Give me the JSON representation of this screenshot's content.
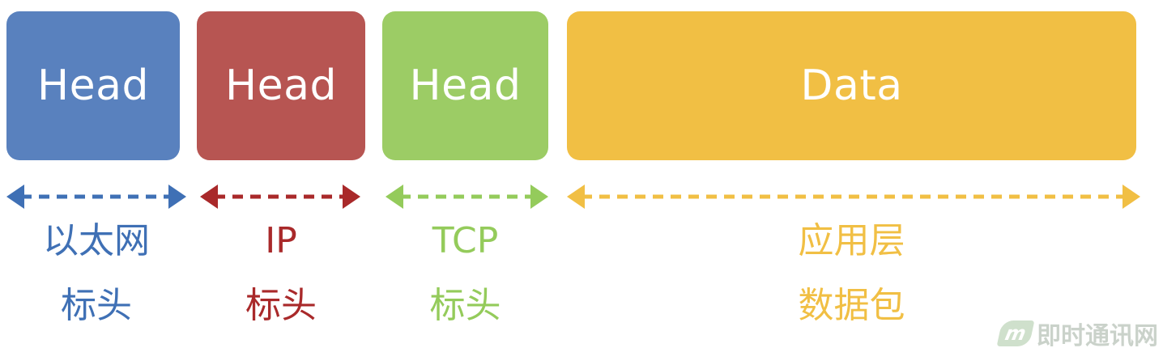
{
  "segments": [
    {
      "id": "ethernet",
      "box_label": "Head",
      "caption_line1": "以太网",
      "caption_line2": "标头",
      "color": "#5981BE"
    },
    {
      "id": "ip",
      "box_label": "Head",
      "caption_line1": "IP",
      "caption_line2": "标头",
      "color": "#B75552"
    },
    {
      "id": "tcp",
      "box_label": "Head",
      "caption_line1": "TCP",
      "caption_line2": "标头",
      "color": "#9CCC65"
    },
    {
      "id": "app",
      "box_label": "Data",
      "caption_line1": "应用层",
      "caption_line2": "数据包",
      "color": "#F1BF44"
    }
  ],
  "caption_colors": {
    "ethernet": "#3F70B5",
    "ip": "#A9292A",
    "tcp": "#94CB5B",
    "app": "#F1BF44"
  },
  "watermark": {
    "logo": "52im-logo-icon",
    "logo_letter": "m",
    "text": "即时通讯网"
  }
}
